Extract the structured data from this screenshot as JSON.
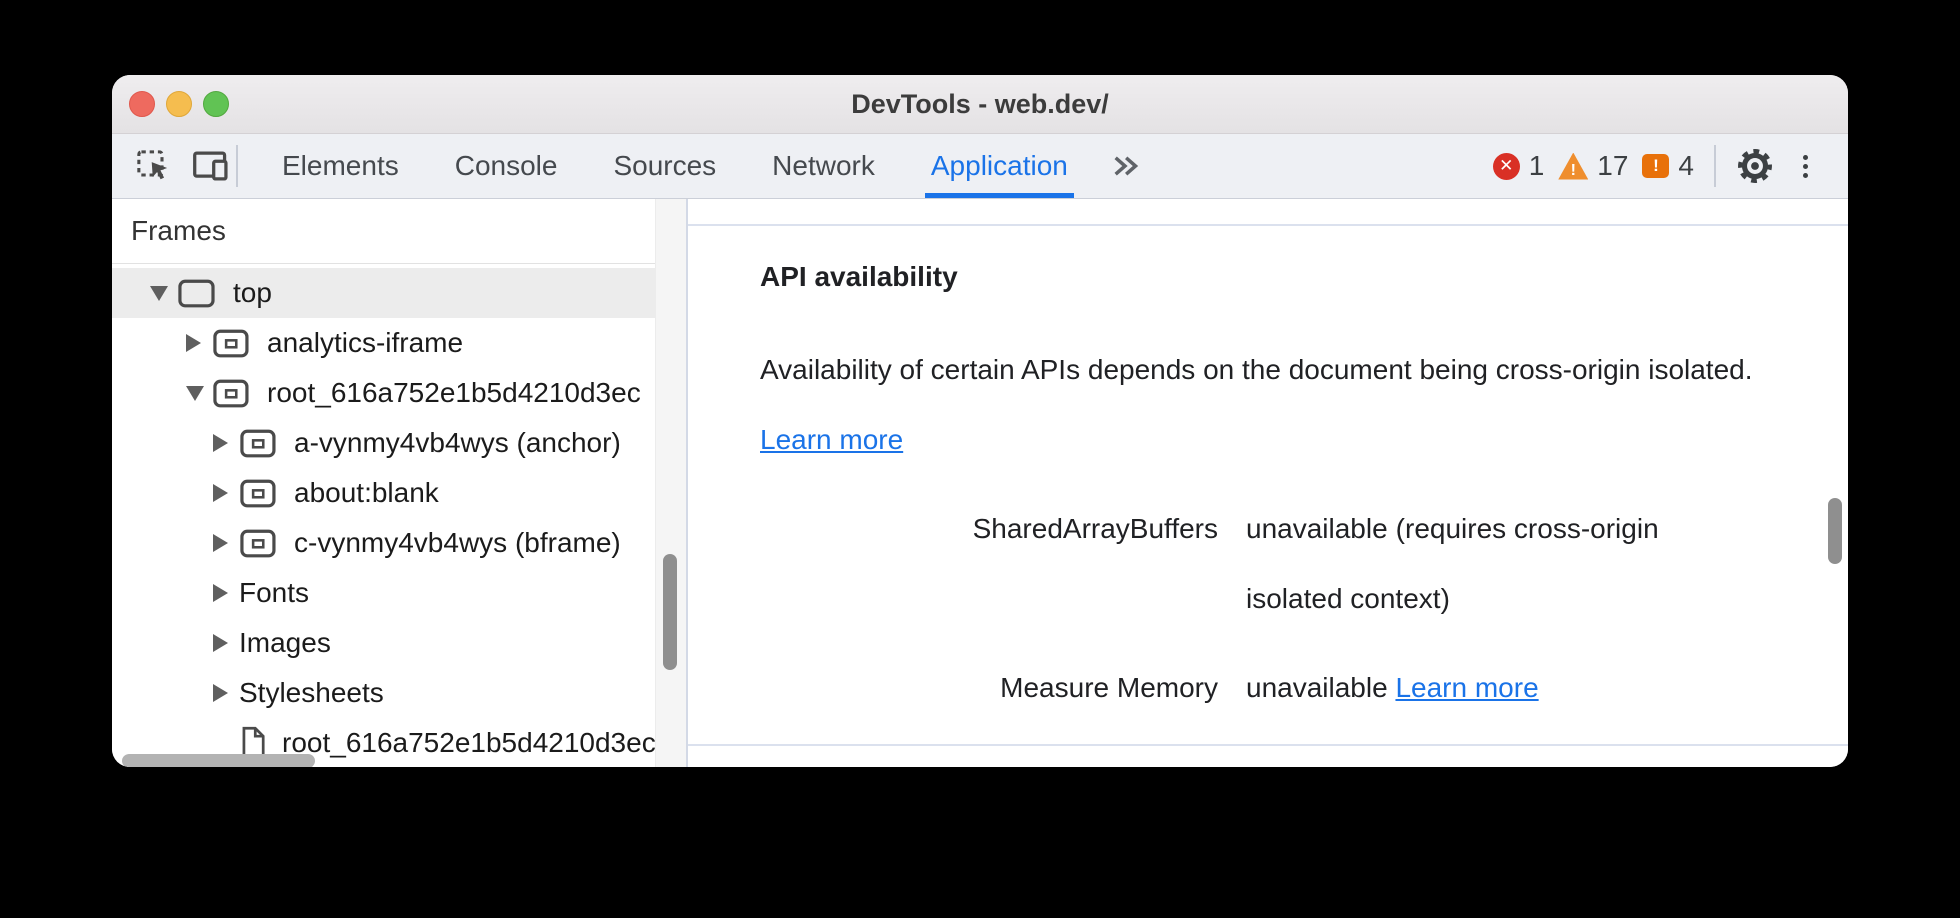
{
  "window": {
    "title": "DevTools - web.dev/"
  },
  "colors": {
    "accent": "#1a73e8",
    "error": "#d93025",
    "warning": "#ef8e2e",
    "issue": "#e8710a",
    "selection_bg": "#ececec"
  },
  "toolbar": {
    "icons": [
      "inspect-icon",
      "device-toolbar-icon",
      "more-tabs-chevron-icon",
      "settings-gear-icon",
      "kebab-menu-icon"
    ],
    "tabs": [
      {
        "label": "Elements",
        "active": false
      },
      {
        "label": "Console",
        "active": false
      },
      {
        "label": "Sources",
        "active": false
      },
      {
        "label": "Network",
        "active": false
      },
      {
        "label": "Application",
        "active": true
      }
    ],
    "badges": {
      "errors": "1",
      "warnings": "17",
      "issues": "4"
    }
  },
  "sidebar": {
    "header": "Frames",
    "tree": [
      {
        "label": "top",
        "depth": 0,
        "expander": "expanded",
        "icon": "frame",
        "selected": true
      },
      {
        "label": "analytics-iframe",
        "depth": 1,
        "expander": "collapsed",
        "icon": "frame-child",
        "selected": false
      },
      {
        "label": "root_616a752e1b5d4210d3ec",
        "depth": 1,
        "expander": "expanded",
        "icon": "frame-child",
        "selected": false
      },
      {
        "label": "a-vynmy4vb4wys (anchor)",
        "depth": 2,
        "expander": "collapsed",
        "icon": "frame-child",
        "selected": false
      },
      {
        "label": "about:blank",
        "depth": 2,
        "expander": "collapsed",
        "icon": "frame-child",
        "selected": false
      },
      {
        "label": "c-vynmy4vb4wys (bframe)",
        "depth": 2,
        "expander": "collapsed",
        "icon": "frame-child",
        "selected": false
      },
      {
        "label": "Fonts",
        "depth": 2,
        "expander": "collapsed",
        "icon": "none",
        "selected": false
      },
      {
        "label": "Images",
        "depth": 2,
        "expander": "collapsed",
        "icon": "none",
        "selected": false
      },
      {
        "label": "Stylesheets",
        "depth": 2,
        "expander": "collapsed",
        "icon": "none",
        "selected": false
      },
      {
        "label": "root_616a752e1b5d4210d3ec",
        "depth": 2,
        "expander": "none",
        "icon": "document",
        "selected": false
      }
    ]
  },
  "content": {
    "heading": "API availability",
    "paragraph": "Availability of certain APIs depends on the document being cross-origin isolated.",
    "paragraph_link": "Learn more",
    "rows": {
      "row1": {
        "label": "SharedArrayBuffers",
        "status": "unavailable",
        "note": "(requires cross-origin isolated context)"
      },
      "row2": {
        "label": "Measure Memory",
        "status": "unavailable",
        "link": "Learn more"
      }
    }
  }
}
